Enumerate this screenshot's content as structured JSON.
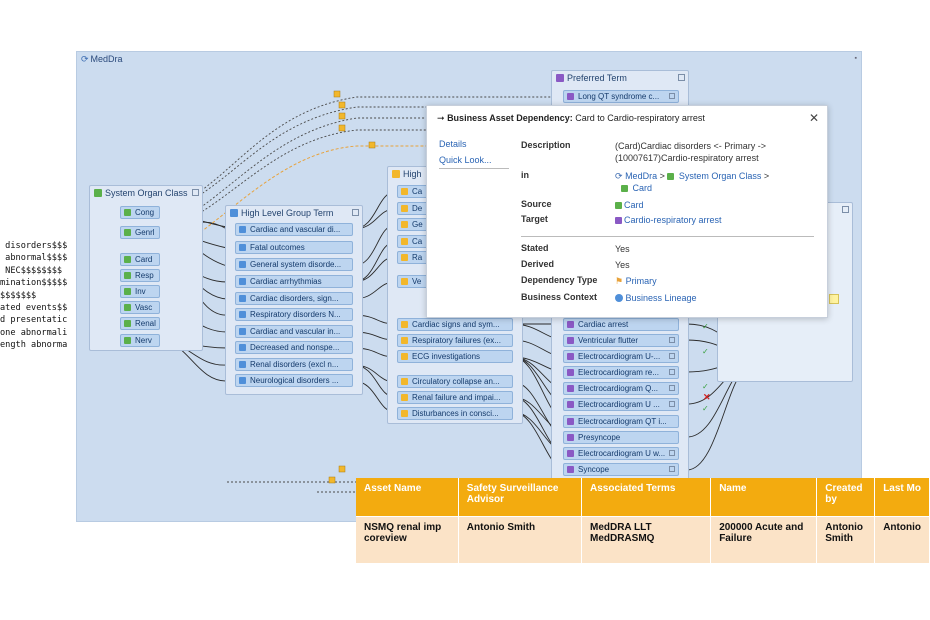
{
  "code_fragment": [
    " disorders$$$",
    " abnormal$$$$",
    " NEC$$$$$$$$",
    "mination$$$$$",
    "$$$$$$$",
    "ated events$$",
    "d presentatic",
    "one abnormali",
    "ength abnorma"
  ],
  "canvas": {
    "title": "MedDra"
  },
  "soc_panel": {
    "title": "System Organ Class",
    "items": [
      "Cong",
      "Genrl",
      "Card",
      "Resp",
      "Inv",
      "Vasc",
      "Renal",
      "Nerv"
    ]
  },
  "hlgt_panel": {
    "title": "High Level Group Term",
    "items": [
      "Cardiac and vascular di...",
      "Fatal outcomes",
      "General system disorde...",
      "Cardiac arrhythmias",
      "Cardiac disorders, sign...",
      "Respiratory disorders N...",
      "Cardiac and vascular in...",
      "Decreased and nonspe...",
      "Renal disorders (excl n...",
      "Neurological disorders ..."
    ]
  },
  "hlt_panel": {
    "title": "High",
    "top_items": [
      "Ca",
      "De",
      "Ge",
      "Ca",
      "Ra",
      "Ve"
    ],
    "items": [
      "Cardiac signs and sym...",
      "Respiratory failures (ex...",
      "ECG investigations",
      "Circulatory collapse an...",
      "Renal failure and impai...",
      "Disturbances in consci..."
    ]
  },
  "pt_panel": {
    "title": "Preferred Term",
    "top_item": "Long QT syndrome c...",
    "items": [
      "Cardiac arrest",
      "Ventricular flutter",
      "Electrocardiogram U-...",
      "Electrocardiogram re...",
      "Electrocardiogram Q...",
      "Electrocardiogram U ...",
      "Electrocardiogram QT i...",
      "Presyncope",
      "Electrocardiogram U w...",
      "Syncope"
    ]
  },
  "popup": {
    "title_prefix": "Business Asset Dependency:",
    "title_value": "Card to Cardio-respiratory arrest",
    "tabs": [
      "Details",
      "Quick Look..."
    ],
    "description_label": "Description",
    "description_value": "(Card)Cardiac disorders <- Primary -> (10007617)Cardio-respiratory arrest",
    "in_label": "in",
    "in_path": [
      "MedDra",
      "System Organ Class",
      "Card"
    ],
    "source_label": "Source",
    "source_value": "Card",
    "target_label": "Target",
    "target_value": "Cardio-respiratory arrest",
    "stated_label": "Stated",
    "stated_value": "Yes",
    "derived_label": "Derived",
    "derived_value": "Yes",
    "dep_type_label": "Dependency Type",
    "dep_type_value": "Primary",
    "biz_ctx_label": "Business Context",
    "biz_ctx_value": "Business Lineage"
  },
  "table": {
    "headers": [
      "Asset Name",
      "Safety Surveillance Advisor",
      "Associated Terms",
      "Name",
      "Created by",
      "Last Mo"
    ],
    "row": [
      "NSMQ renal imp coreview",
      "Antonio  Smith",
      "MedDRA LLT MedDRASMQ",
      "200000 Acute and Failure",
      "Antonio Smith",
      "Antonio"
    ]
  },
  "colors": {
    "canvas_bg": "#ccdcef",
    "node_bg": "#bdd5f0",
    "table_header": "#f3ab0f",
    "table_cell": "#fbe3c7",
    "link": "#2a64b4",
    "highlight_path": "#e8a23a"
  }
}
